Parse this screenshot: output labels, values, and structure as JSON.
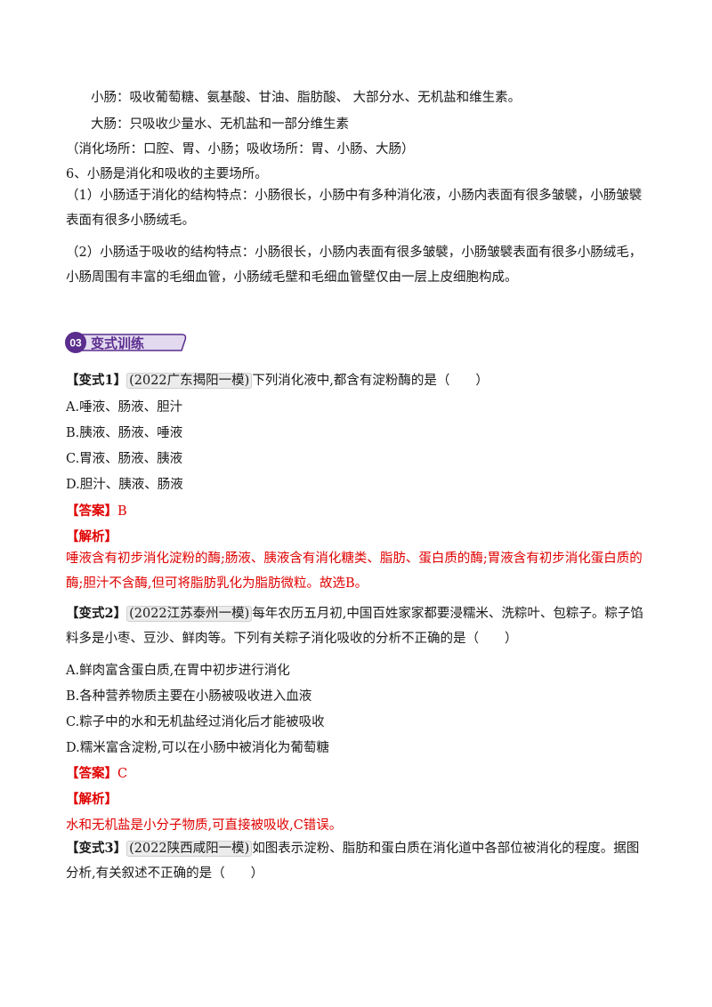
{
  "intro": {
    "line1": "小肠：吸收葡萄糖、氨基酸、甘油、脂肪酸、 大部分水、无机盐和维生素。",
    "line2": "大肠：只吸收少量水、无机盐和一部分维生素",
    "line3": "（消化场所：口腔、胃、小肠；吸收场所：胃、小肠、大肠）",
    "line4": "6、小肠是消化和吸收的主要场所。",
    "para1": "（1）小肠适于消化的结构特点：小肠很长，小肠中有多种消化液，小肠内表面有很多皱襞，小肠皱襞表面有很多小肠绒毛。",
    "para2": "（2）小肠适于吸收的结构特点：小肠很长，小肠内表面有很多皱襞，小肠皱襞表面有很多小肠绒毛，小肠周围有丰富的毛细血管，小肠绒毛壁和毛细血管壁仅由一层上皮细胞构成。"
  },
  "banner": {
    "number": "03",
    "title": "变式训练",
    "color": "#5b2d8e"
  },
  "q1": {
    "tag": "【变式1】",
    "source": "(2022广东揭阳一模)",
    "stem": "下列消化液中,都含有淀粉酶的是（　　）",
    "options": [
      "A.唾液、肠液、胆汁",
      "B.胰液、肠液、唾液",
      "C.胃液、肠液、胰液",
      "D.胆汁、胰液、肠液"
    ],
    "answer_label": "【答案】",
    "answer": "B",
    "analysis_label": "【解析】",
    "analysis": "唾液含有初步消化淀粉的酶;肠液、胰液含有消化糖类、脂肪、蛋白质的酶;胃液含有初步消化蛋白质的酶;胆汁不含酶,但可将脂肪乳化为脂肪微粒。故选B。"
  },
  "q2": {
    "tag": "【变式2】",
    "source": "(2022江苏泰州一模)",
    "stem": "每年农历五月初,中国百姓家家都要浸糯米、洗粽叶、包粽子。粽子馅料多是小枣、豆沙、鲜肉等。下列有关粽子消化吸收的分析不正确的是（　　）",
    "options": [
      "A.鲜肉富含蛋白质,在胃中初步进行消化",
      "B.各种营养物质主要在小肠被吸收进入血液",
      "C.粽子中的水和无机盐经过消化后才能被吸收",
      "D.糯米富含淀粉,可以在小肠中被消化为葡萄糖"
    ],
    "answer_label": "【答案】",
    "answer": "C",
    "analysis_label": "【解析】",
    "analysis": "水和无机盐是小分子物质,可直接被吸收,C错误。"
  },
  "q3": {
    "tag": "【变式3】",
    "source": "(2022陕西咸阳一模)",
    "stem": "如图表示淀粉、脂肪和蛋白质在消化道中各部位被消化的程度。据图分析,有关叙述不正确的是（　　）"
  }
}
